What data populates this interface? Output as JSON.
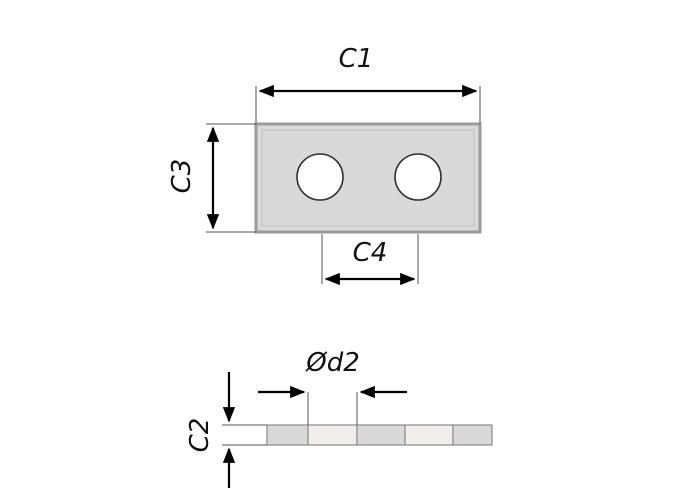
{
  "labels": {
    "c1": "C1",
    "c3": "C3",
    "c4": "C4",
    "c2": "C2",
    "d2": "Ød2"
  },
  "colors": {
    "plate_fill": "#d9d9d9",
    "plate_edge": "#9a9a9a",
    "hole_fill": "#ffffff",
    "hole_edge": "#333333",
    "side_hole_fill": "#f2eded",
    "line": "#000000"
  }
}
